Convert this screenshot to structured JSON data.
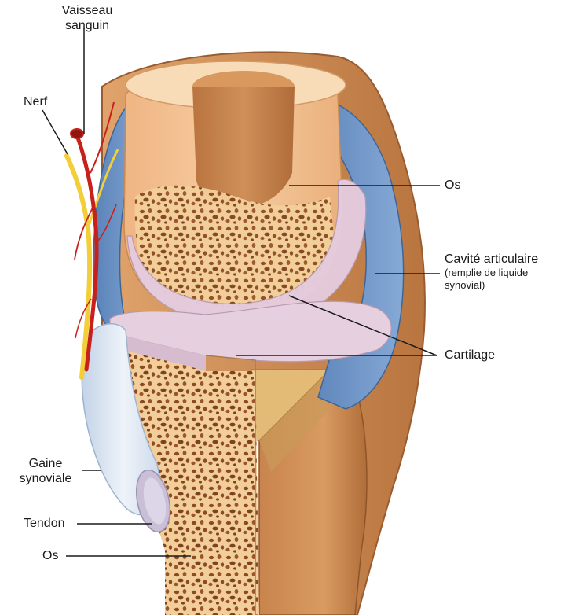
{
  "labels": {
    "vessel": [
      "Vaisseau",
      "sanguin"
    ],
    "nerve": "Nerf",
    "bone_upper": "Os",
    "cavity": "Cavité articulaire",
    "cavity_note": [
      "(remplie de liquide",
      "synovial)"
    ],
    "cartilage": "Cartilage",
    "sheath": [
      "Gaine",
      "synoviale"
    ],
    "tendon": "Tendon",
    "bone_lower": "Os"
  },
  "colors": {
    "bone_cortex": "#d99a62",
    "bone_marrow": "#c9834d",
    "spongy_bg": "#f2cf9a",
    "spongy_pore": "#8b4a22",
    "cartilage": "#e6cfe0",
    "synovial_cavity": "#6f96c8",
    "capsule": "#c7844f",
    "sheath": "#d6e2f0",
    "tendon": "#c7bfd6",
    "vessel": "#c8211b",
    "nerve": "#f2cf3a",
    "leader_line": "#1a1a1a"
  }
}
